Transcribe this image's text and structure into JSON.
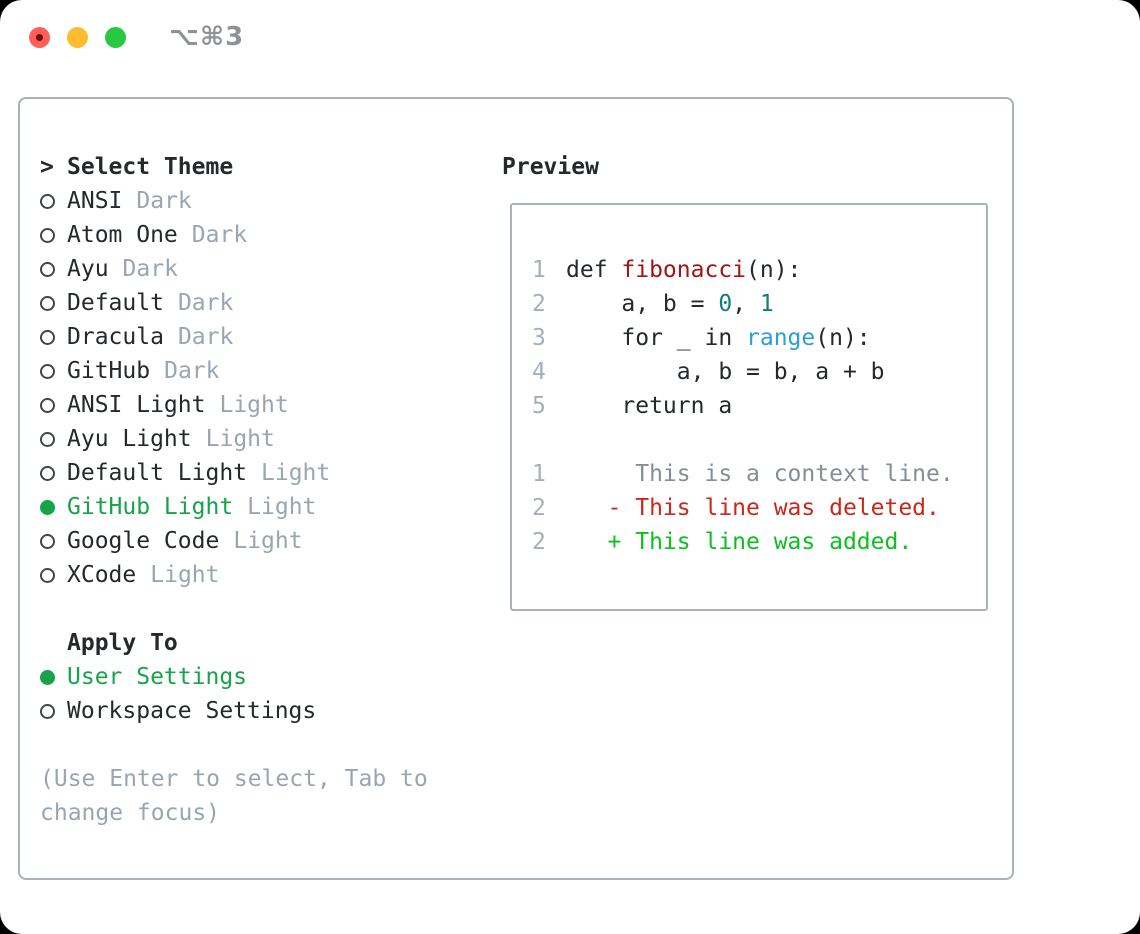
{
  "window": {
    "title_shortcut": "⌥⌘3",
    "traffic_lights": [
      {
        "name": "close",
        "color": "#ff5f57"
      },
      {
        "name": "minimize",
        "color": "#febc2e"
      },
      {
        "name": "zoom",
        "color": "#28c840"
      }
    ]
  },
  "theme_panel": {
    "header_prefix": ">",
    "header": "Select Theme",
    "themes": [
      {
        "name": "ANSI",
        "variant": "Dark",
        "selected": false
      },
      {
        "name": "Atom One",
        "variant": "Dark",
        "selected": false
      },
      {
        "name": "Ayu",
        "variant": "Dark",
        "selected": false
      },
      {
        "name": "Default",
        "variant": "Dark",
        "selected": false
      },
      {
        "name": "Dracula",
        "variant": "Dark",
        "selected": false
      },
      {
        "name": "GitHub",
        "variant": "Dark",
        "selected": false
      },
      {
        "name": "ANSI Light",
        "variant": "Light",
        "selected": false
      },
      {
        "name": "Ayu Light",
        "variant": "Light",
        "selected": false
      },
      {
        "name": "Default Light",
        "variant": "Light",
        "selected": false
      },
      {
        "name": "GitHub Light",
        "variant": "Light",
        "selected": true
      },
      {
        "name": "Google Code",
        "variant": "Light",
        "selected": false
      },
      {
        "name": "XCode",
        "variant": "Light",
        "selected": false
      }
    ],
    "apply_to": {
      "header": "Apply To",
      "options": [
        {
          "label": "User Settings",
          "selected": true
        },
        {
          "label": "Workspace Settings",
          "selected": false
        }
      ]
    },
    "hint": "(Use Enter to select, Tab to change focus)"
  },
  "preview": {
    "title": "Preview",
    "code_lines": [
      {
        "num": "1",
        "segments": [
          [
            "def ",
            "plain"
          ],
          [
            "fibonacci",
            "func"
          ],
          [
            "(n):",
            "plain"
          ]
        ]
      },
      {
        "num": "2",
        "segments": [
          [
            "    a, b = ",
            "plain"
          ],
          [
            "0",
            "number"
          ],
          [
            ", ",
            "plain"
          ],
          [
            "1",
            "number"
          ]
        ]
      },
      {
        "num": "3",
        "segments": [
          [
            "    for _ in ",
            "plain"
          ],
          [
            "range",
            "builtin"
          ],
          [
            "(n):",
            "plain"
          ]
        ]
      },
      {
        "num": "4",
        "segments": [
          [
            "        a, b = b, a + b",
            "plain"
          ]
        ]
      },
      {
        "num": "5",
        "segments": [
          [
            "    return a",
            "plain"
          ]
        ]
      },
      {
        "num": "",
        "segments": []
      },
      {
        "num": "1",
        "segments": [
          [
            "     This is a context line.",
            "context"
          ]
        ]
      },
      {
        "num": "2",
        "segments": [
          [
            "   - This line was deleted.",
            "deleted"
          ]
        ]
      },
      {
        "num": "2",
        "segments": [
          [
            "   + This line was added.",
            "added"
          ]
        ]
      }
    ]
  },
  "colors": {
    "text": "#24292e",
    "muted": "#9aa5b2",
    "line_number": "#a5afbc",
    "context": "#858d96",
    "selected_green": "#16a34a",
    "added_green": "#0fbe21",
    "deleted_red": "#c9281a",
    "function_red": "#a31515",
    "number_teal": "#0e7e80",
    "builtin_blue": "#2a9fd8",
    "border": "#a9b1ba",
    "titlebar_text": "#8e9298",
    "traffic_red": "#ff5f57",
    "traffic_yellow": "#febc2e",
    "traffic_green": "#28c840"
  }
}
